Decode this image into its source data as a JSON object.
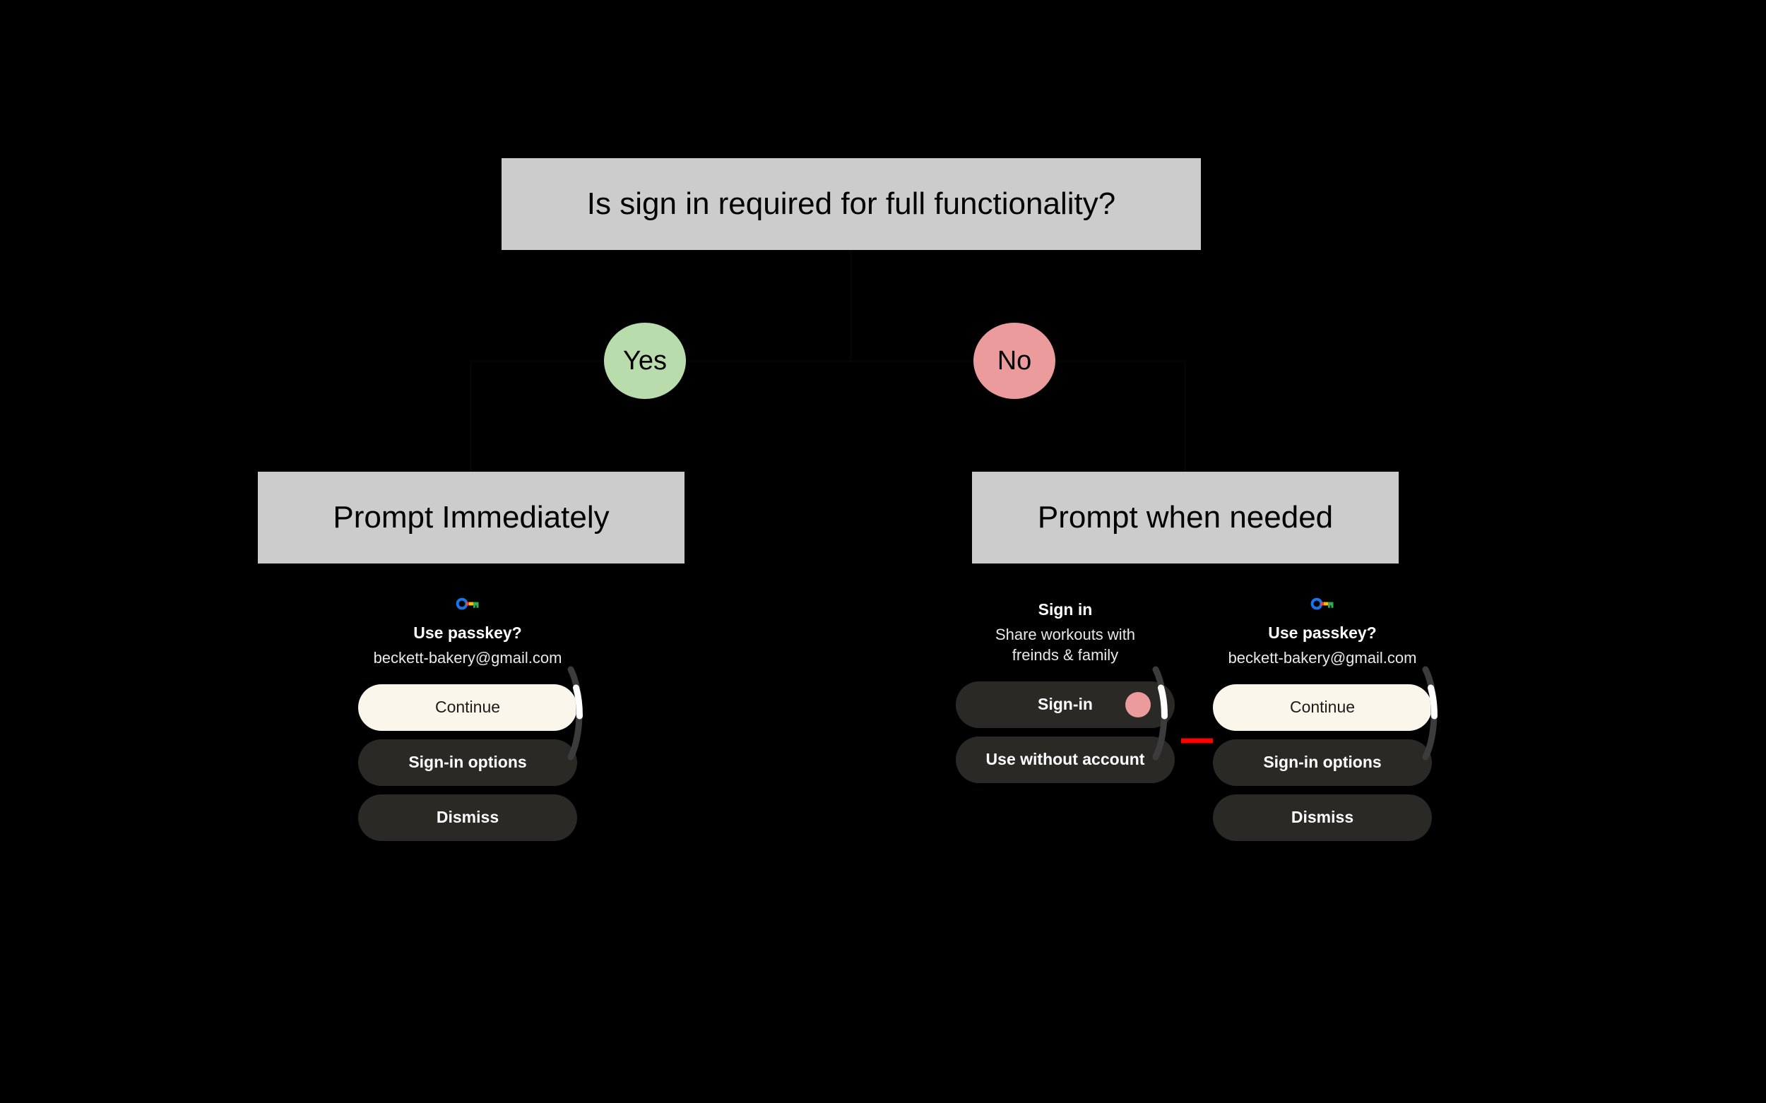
{
  "colors": {
    "background": "#000000",
    "box_fill": "#cccccc",
    "box_text": "#000000",
    "yes_fill": "#b9dcac",
    "no_fill": "#eb9b9b",
    "primary_button_fill": "#faf6eb",
    "primary_button_text": "#1c1b18",
    "secondary_button_fill": "#2a2926",
    "secondary_button_text": "#ffffff",
    "arrow": "#ff0000",
    "scrollbar_track": "#3c3c3c",
    "scrollbar_thumb": "#ffffff",
    "accent_dot": "#eb9b9b"
  },
  "flowchart": {
    "decision": {
      "label": "Is sign in required for full functionality?"
    },
    "edges": [
      {
        "label": "Yes"
      },
      {
        "label": "No"
      }
    ],
    "branches": [
      {
        "label": "Prompt Immediately"
      },
      {
        "label": "Prompt when needed"
      }
    ]
  },
  "panels": {
    "left_passkey": {
      "icon": "google-passkey-icon",
      "title": "Use passkey?",
      "subtitle": "beckett-bakery@gmail.com",
      "buttons": [
        {
          "label": "Continue",
          "style": "primary"
        },
        {
          "label": "Sign-in options",
          "style": "secondary"
        },
        {
          "label": "Dismiss",
          "style": "secondary"
        }
      ],
      "scrollbar": "curved-scrollbar"
    },
    "middle_signin": {
      "title": "Sign in",
      "subtitle": "Share workouts with freinds & family",
      "buttons": [
        {
          "label": "Sign-in",
          "style": "secondary",
          "dot": true
        },
        {
          "label": "Use without account",
          "style": "secondary",
          "dot": false
        }
      ],
      "scrollbar": "curved-scrollbar"
    },
    "right_passkey": {
      "icon": "google-passkey-icon",
      "title": "Use passkey?",
      "subtitle": "beckett-bakery@gmail.com",
      "buttons": [
        {
          "label": "Continue",
          "style": "primary"
        },
        {
          "label": "Sign-in options",
          "style": "secondary"
        },
        {
          "label": "Dismiss",
          "style": "secondary"
        }
      ],
      "scrollbar": "curved-scrollbar"
    }
  },
  "annotations": {
    "pointer_arrow": "red-arrow-icon"
  }
}
